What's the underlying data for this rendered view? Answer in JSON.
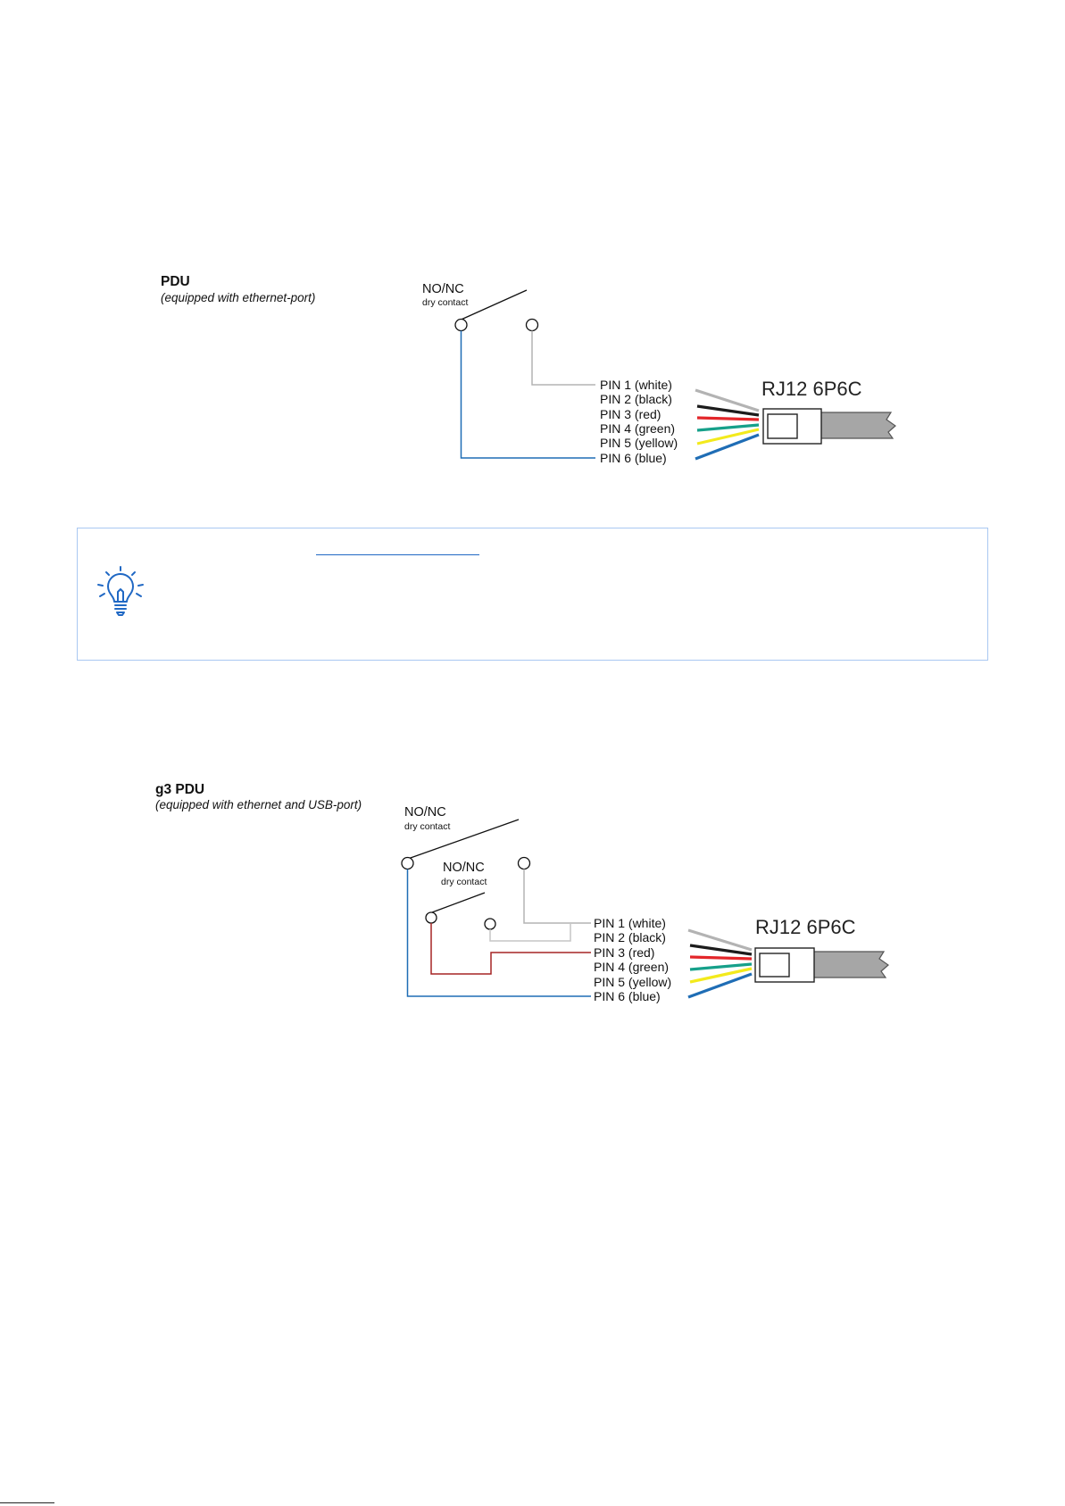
{
  "diagrams": [
    {
      "title": "PDU",
      "subtitle": "(equipped with ethernet-port)",
      "switches": [
        {
          "label": "NO/NC",
          "sublabel": "dry contact"
        }
      ],
      "pins": [
        "PIN 1 (white)",
        "PIN 2 (black)",
        "PIN 3 (red)",
        "PIN 4 (green)",
        "PIN 5 (yellow)",
        "PIN 6 (blue)"
      ],
      "connector": "RJ12 6P6C"
    },
    {
      "title": "g3 PDU",
      "subtitle": "(equipped with ethernet and USB-port)",
      "switches": [
        {
          "label": "NO/NC",
          "sublabel": "dry contact"
        },
        {
          "label": "NO/NC",
          "sublabel": "dry contact"
        }
      ],
      "pins": [
        "PIN 1 (white)",
        "PIN 2 (black)",
        "PIN 3 (red)",
        "PIN 4 (green)",
        "PIN 5 (yellow)",
        "PIN 6 (blue)"
      ],
      "connector": "RJ12 6P6C"
    }
  ],
  "colors": {
    "wire_white": "#b3b3b3",
    "wire_black": "#1c1c1c",
    "wire_red": "#e3262a",
    "wire_green": "#16a08a",
    "wire_yellow": "#f3ea1c",
    "wire_blue": "#1f6db5",
    "wire_darkred": "#a52525",
    "wire_lightgray": "#c6c6c6",
    "cable": "#a6a6a6",
    "accent": "#2068c4",
    "tip_border": "#a9c8f2"
  },
  "tip": {
    "icon": "lightbulb-icon"
  }
}
